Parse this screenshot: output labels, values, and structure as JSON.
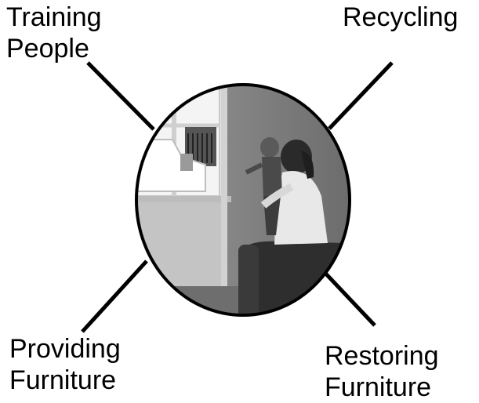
{
  "diagram": {
    "labels": {
      "training": [
        "Training",
        "People"
      ],
      "recycling": [
        "Recycling"
      ],
      "providing": [
        "Providing",
        "Furniture"
      ],
      "restoring": [
        "Restoring",
        "Furniture"
      ]
    },
    "photo_description_icon": "photo-mother-holding-child-at-window-icon"
  }
}
